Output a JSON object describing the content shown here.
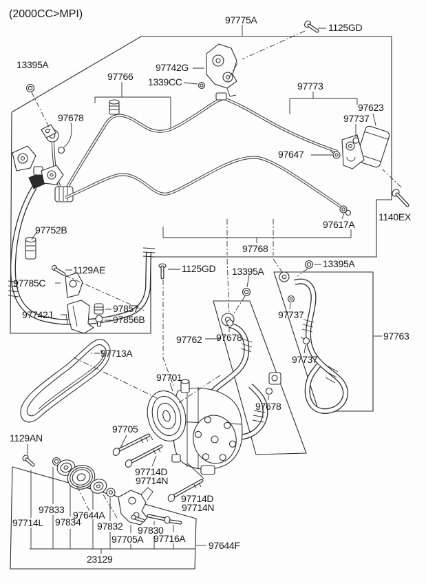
{
  "meta": {
    "title": "(2000CC>MPI)"
  },
  "colors": {
    "line": "#2b2b2b",
    "background": "#fdfdfd",
    "text": "#161616"
  },
  "hardware_icons": [
    "hex-nut-icon",
    "flange-bolt-icon",
    "o-ring-icon",
    "grommet-icon",
    "clip-ring-icon",
    "long-bolt-icon",
    "stud-bolt-icon"
  ],
  "diagram": {
    "description": "A/C compressor, hoses and cooler lines exploded parts diagram",
    "labels": [
      {
        "id": "97775A",
        "text": "97775A"
      },
      {
        "id": "1125GD-1",
        "text": "1125GD"
      },
      {
        "id": "13395A-1",
        "text": "13395A"
      },
      {
        "id": "97742G",
        "text": "97742G"
      },
      {
        "id": "1339CC",
        "text": "1339CC"
      },
      {
        "id": "97766",
        "text": "97766"
      },
      {
        "id": "97773",
        "text": "97773"
      },
      {
        "id": "97623",
        "text": "97623"
      },
      {
        "id": "97737-1",
        "text": "97737"
      },
      {
        "id": "97678-1",
        "text": "97678"
      },
      {
        "id": "97647",
        "text": "97647"
      },
      {
        "id": "1140EX",
        "text": "1140EX"
      },
      {
        "id": "97752B",
        "text": "97752B"
      },
      {
        "id": "97617A",
        "text": "97617A"
      },
      {
        "id": "97768",
        "text": "97768"
      },
      {
        "id": "1129AE",
        "text": "1129AE"
      },
      {
        "id": "1125GD-2",
        "text": "1125GD"
      },
      {
        "id": "13395A-2",
        "text": "13395A"
      },
      {
        "id": "13395A-3",
        "text": "13395A"
      },
      {
        "id": "97785C",
        "text": "97785C"
      },
      {
        "id": "97857",
        "text": "97857"
      },
      {
        "id": "97856B",
        "text": "97856B"
      },
      {
        "id": "97742J",
        "text": "97742J"
      },
      {
        "id": "97737-2",
        "text": "97737"
      },
      {
        "id": "97678-2",
        "text": "97678"
      },
      {
        "id": "97762",
        "text": "97762"
      },
      {
        "id": "97763",
        "text": "97763"
      },
      {
        "id": "97737-3",
        "text": "97737"
      },
      {
        "id": "97713A",
        "text": "97713A"
      },
      {
        "id": "97701",
        "text": "97701"
      },
      {
        "id": "97678-3",
        "text": "97678"
      },
      {
        "id": "1129AN",
        "text": "1129AN"
      },
      {
        "id": "97705",
        "text": "97705"
      },
      {
        "id": "97714D-1",
        "text": "97714D"
      },
      {
        "id": "97714N-1",
        "text": "97714N"
      },
      {
        "id": "97714D-2",
        "text": "97714D"
      },
      {
        "id": "97714N-2",
        "text": "97714N"
      },
      {
        "id": "97833",
        "text": "97833"
      },
      {
        "id": "97644A",
        "text": "97644A"
      },
      {
        "id": "97714L",
        "text": "97714L"
      },
      {
        "id": "97834",
        "text": "97834"
      },
      {
        "id": "97832",
        "text": "97832"
      },
      {
        "id": "97830",
        "text": "97830"
      },
      {
        "id": "97705A",
        "text": "97705A"
      },
      {
        "id": "97716A",
        "text": "97716A"
      },
      {
        "id": "97644F",
        "text": "97644F"
      },
      {
        "id": "23129",
        "text": "23129"
      }
    ]
  }
}
